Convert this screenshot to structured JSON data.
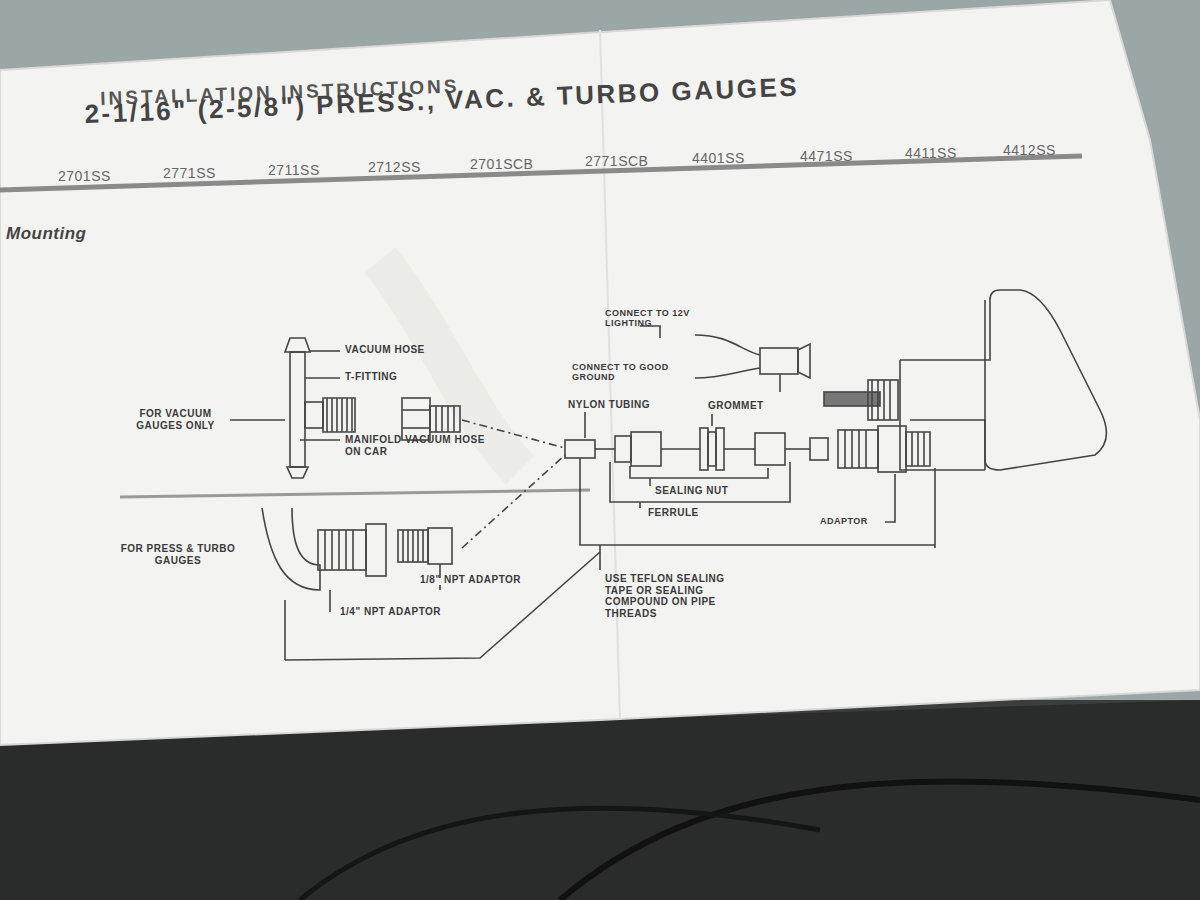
{
  "diagram": {
    "title": "INSTALLATION INSTRUCTIONS",
    "labels": [
      "2-1/16\" (2-5/8\") PRESS., VAC. & TURBO GAUGES",
      "2701SS",
      "2771SS",
      "2711SS",
      "2712SS",
      "2701SCB",
      "2771SCB",
      "4401SS",
      "4471SS",
      "4411SS",
      "4412SS",
      "Mounting",
      "VACUUM HOSE",
      "T-FITTING",
      "FOR VACUUM GAUGES ONLY",
      "MANIFOLD VACUUM HOSE ON CAR",
      "FOR PRESS & TURBO GAUGES",
      "1/8\" NPT ADAPTOR",
      "1/4\" NPT ADAPTOR",
      "CONNECT TO 12V LIGHTING",
      "CONNECT TO GOOD GROUND",
      "NYLON TUBING",
      "GROMMET",
      "SEALING NUT",
      "FERRULE",
      "ADAPTOR",
      "USE TEFLON SEALING TAPE OR SEALING COMPOUND ON PIPE THREADS"
    ]
  }
}
